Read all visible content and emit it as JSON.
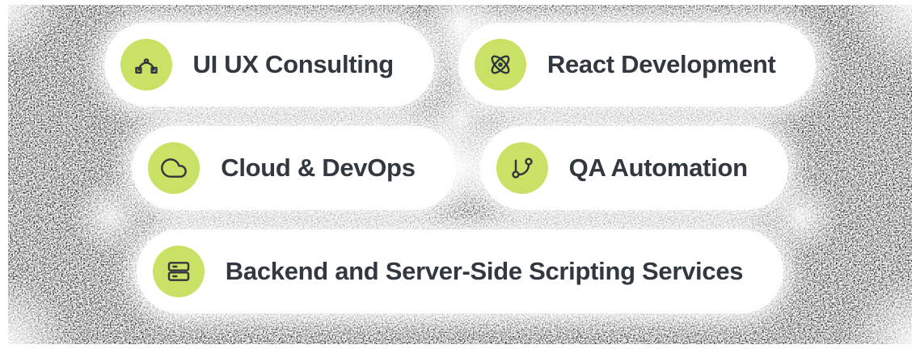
{
  "background": {
    "style": "grain-noise",
    "base_color": "#ffffff",
    "grain_color": "#1a1a1a"
  },
  "colors": {
    "chip_background": "#ffffff",
    "icon_circle_accent": "#c9e265",
    "label_text": "#32383f",
    "icon_stroke": "#2f363d"
  },
  "chips": [
    {
      "label": "UI UX Consulting",
      "icon": "vector-pen-icon"
    },
    {
      "label": "React Development",
      "icon": "atom-icon"
    },
    {
      "label": "Cloud & DevOps",
      "icon": "cloud-icon"
    },
    {
      "label": "QA Automation",
      "icon": "git-branch-icon"
    },
    {
      "label": "Backend and Server-Side Scripting Services",
      "icon": "server-icon"
    }
  ]
}
